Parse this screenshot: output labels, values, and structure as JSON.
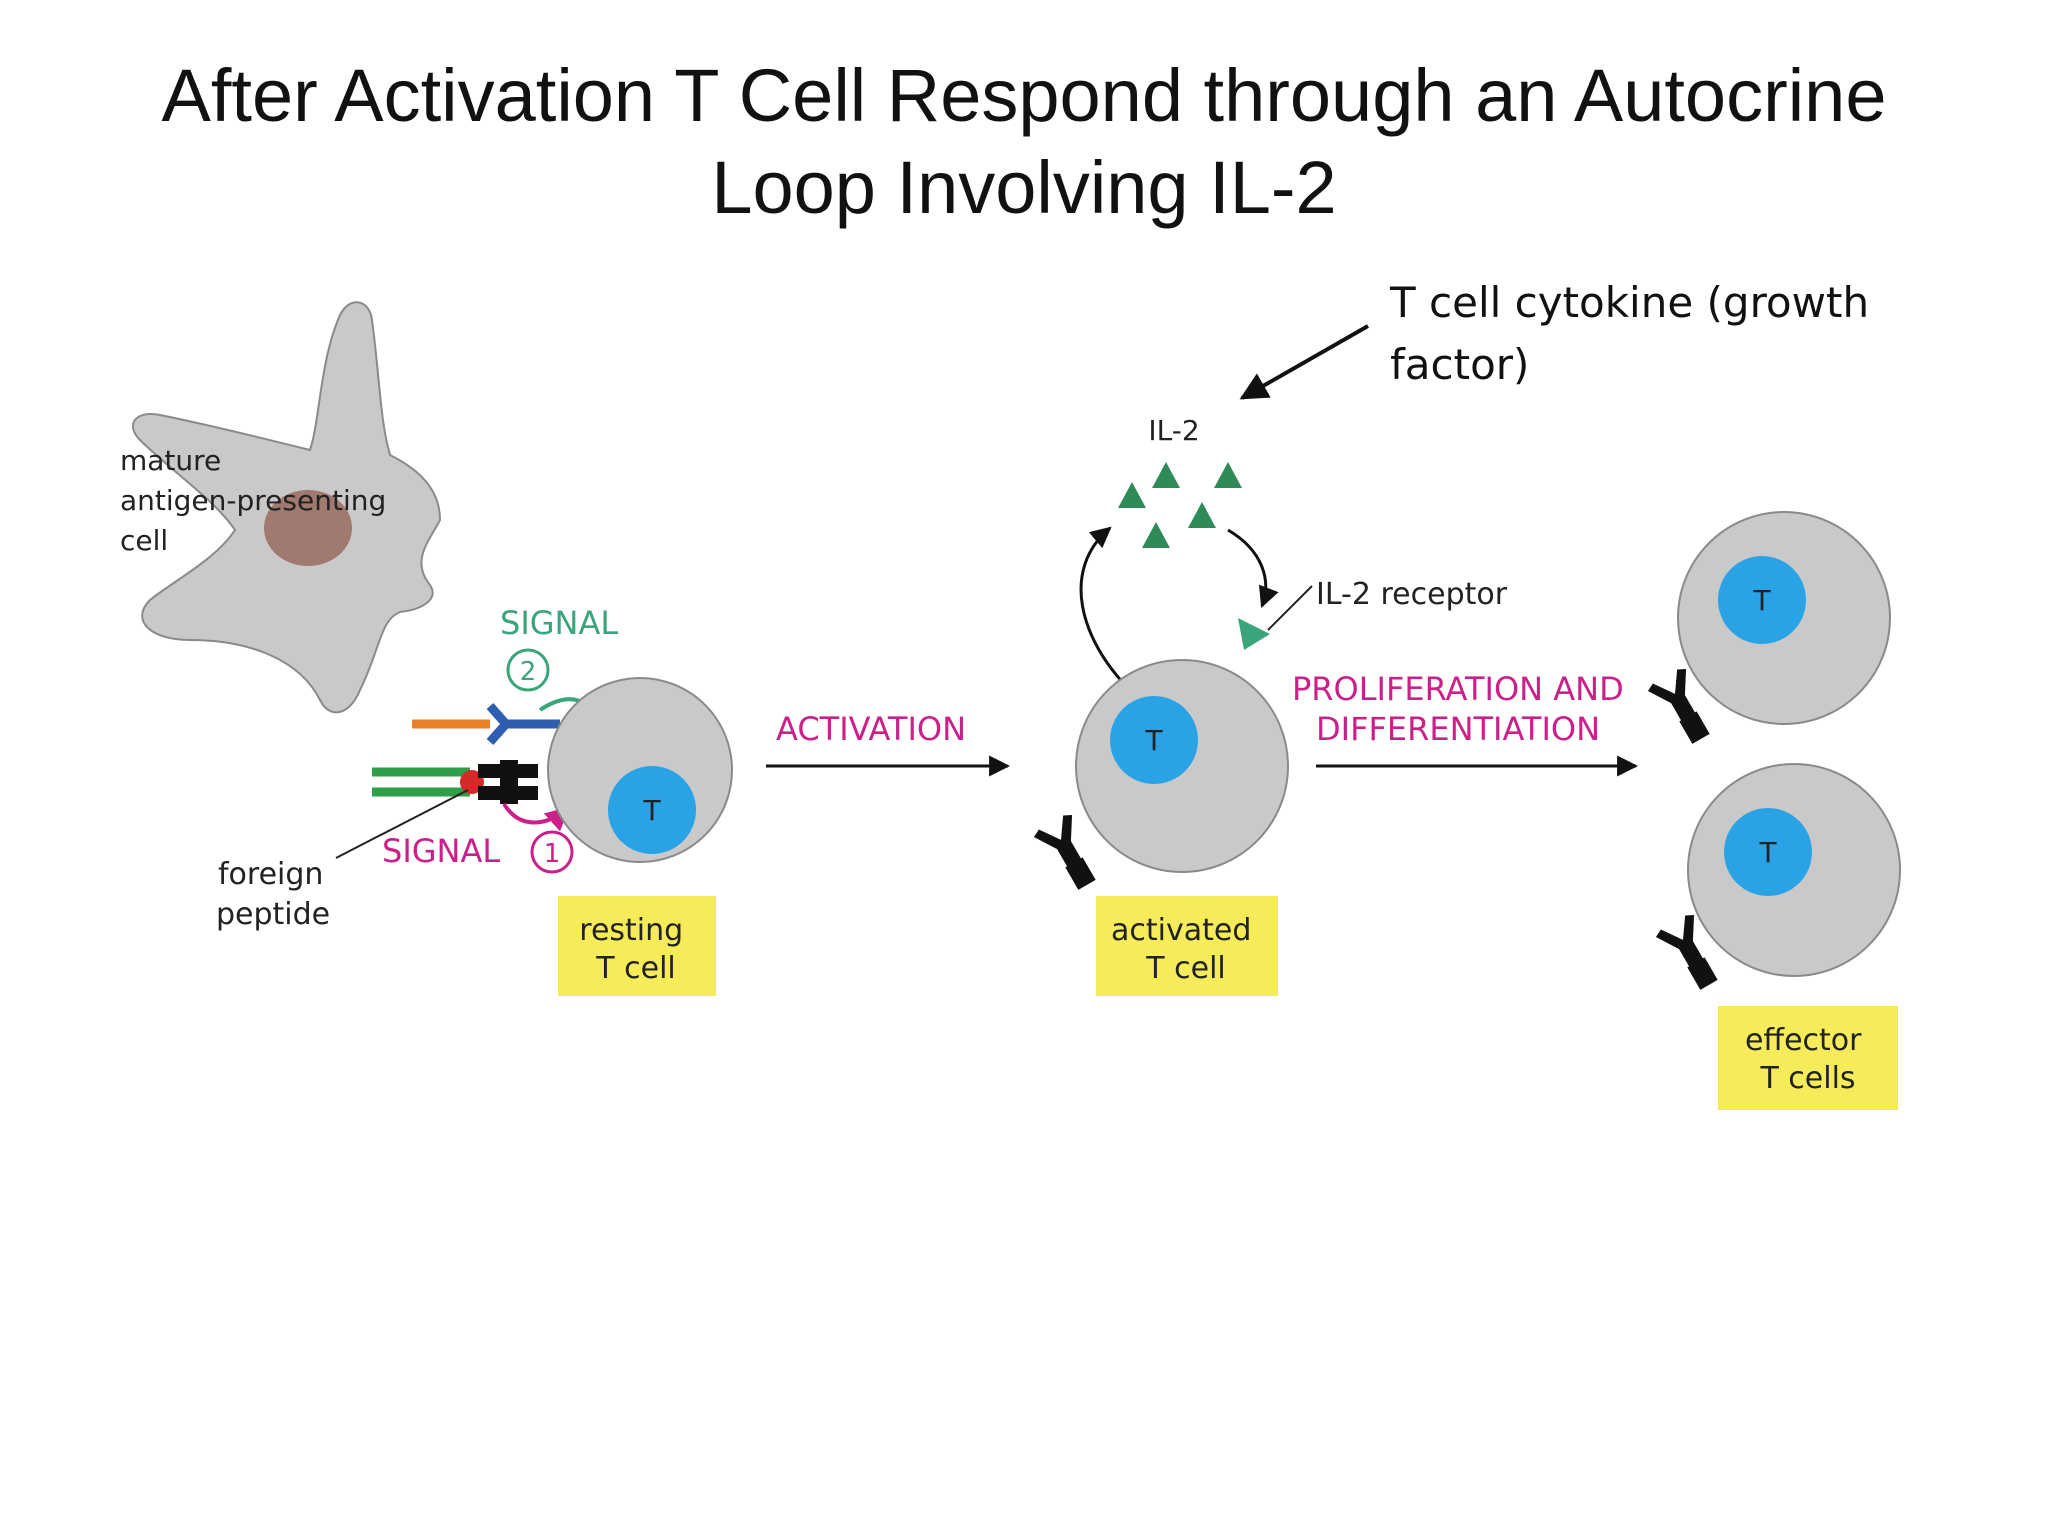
{
  "title": {
    "line1": "After Activation T Cell Respond through an Autocrine",
    "line2": "Loop Involving IL-2"
  },
  "callout": {
    "line1": "T cell cytokine (growth",
    "line2": "factor)"
  },
  "diagram": {
    "apc_label": [
      "mature",
      "antigen-presenting",
      "cell"
    ],
    "foreign_peptide_label": [
      "foreign",
      "peptide"
    ],
    "signal2_label": "SIGNAL",
    "signal2_number": "2",
    "signal1_label": "SIGNAL",
    "signal1_number": "1",
    "t_marker": "T",
    "activation_label": "ACTIVATION",
    "il2_label": "IL-2",
    "il2_receptor_label": "IL-2 receptor",
    "proliferation_label": [
      "PROLIFERATION AND",
      "DIFFERENTIATION"
    ],
    "resting_label": [
      "resting",
      "T cell"
    ],
    "activated_label": [
      "activated",
      "T cell"
    ],
    "effector_label": [
      "effector",
      "T cells"
    ]
  },
  "colors": {
    "cell_gray": "#c9c9c9",
    "nucleus_blue": "#29a3e6",
    "apc_nucleus": "#a07a70",
    "il2_green": "#2e8b57",
    "signal_green": "#3aa57a",
    "signal_magenta": "#cc1f8a",
    "label_yellow": "#f6ec5a"
  }
}
